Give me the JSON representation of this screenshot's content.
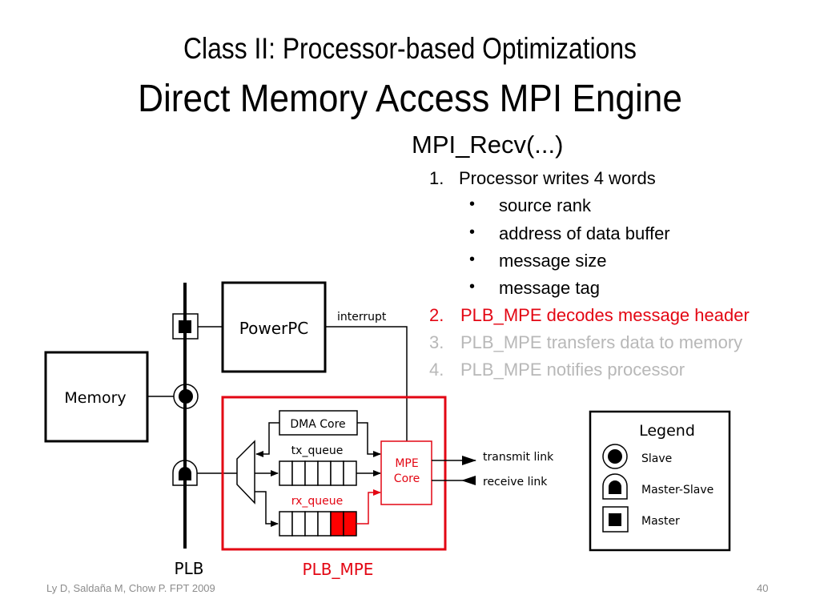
{
  "slide": {
    "title_line1": "Class II: Processor-based Optimizations",
    "title_line2": "Direct Memory Access MPI Engine",
    "footer": "Ly D, Saldaña M, Chow P. FPT 2009",
    "page_number": "40"
  },
  "steps": {
    "heading": "MPI_Recv(...)",
    "items": [
      {
        "num": "1.",
        "text": "Processor writes 4 words",
        "state": "done"
      },
      {
        "num": "2.",
        "text": "PLB_MPE decodes message header",
        "state": "active"
      },
      {
        "num": "3.",
        "text": "PLB_MPE transfers data to memory",
        "state": "pending"
      },
      {
        "num": "4.",
        "text": "PLB_MPE notifies processor",
        "state": "pending"
      }
    ],
    "sub_bullets": [
      "source rank",
      "address of data buffer",
      "message size",
      "message tag"
    ]
  },
  "diagram": {
    "powerpc": "PowerPC",
    "memory": "Memory",
    "interrupt": "interrupt",
    "dma_core": "DMA Core",
    "tx_queue": "tx_queue",
    "rx_queue": "rx_queue",
    "mpe_core_line1": "MPE",
    "mpe_core_line2": "Core",
    "transmit_link": "transmit link",
    "receive_link": "receive link",
    "plb": "PLB",
    "plb_mpe": "PLB_MPE",
    "tx_queue_slots": 6,
    "rx_queue_slots": 6,
    "rx_queue_filled": 2,
    "colors": {
      "accent_red": "#e30613",
      "fill_red": "#ff0000"
    }
  },
  "legend": {
    "title": "Legend",
    "items": [
      {
        "symbol": "slave-icon",
        "label": "Slave"
      },
      {
        "symbol": "master-slave-icon",
        "label": "Master-Slave"
      },
      {
        "symbol": "master-icon",
        "label": "Master"
      }
    ]
  }
}
